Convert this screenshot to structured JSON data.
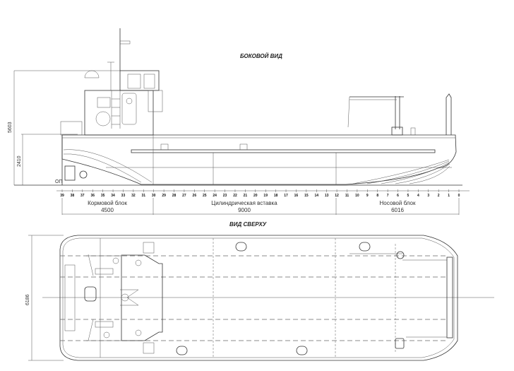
{
  "side_view": {
    "title": "БОКОВОЙ ВИД",
    "height_total": "5603",
    "height_deck": "2410",
    "baseline_label": "ОП"
  },
  "frames": {
    "labels": [
      "39",
      "38",
      "37",
      "36",
      "35",
      "34",
      "33",
      "32",
      "31",
      "30",
      "29",
      "28",
      "27",
      "26",
      "25",
      "24",
      "23",
      "22",
      "21",
      "20",
      "19",
      "18",
      "17",
      "16",
      "15",
      "14",
      "13",
      "12",
      "11",
      "10",
      "9",
      "8",
      "7",
      "6",
      "5",
      "4",
      "3",
      "2",
      "1",
      "0"
    ]
  },
  "blocks": [
    {
      "name": "Кормовой блок",
      "length": "4500"
    },
    {
      "name": "Цилиндрическая вставка",
      "length": "9000"
    },
    {
      "name": "Носовой блок",
      "length": "6016"
    }
  ],
  "top_view": {
    "title": "ВИД СВЕРХУ",
    "breadth": "6186"
  }
}
